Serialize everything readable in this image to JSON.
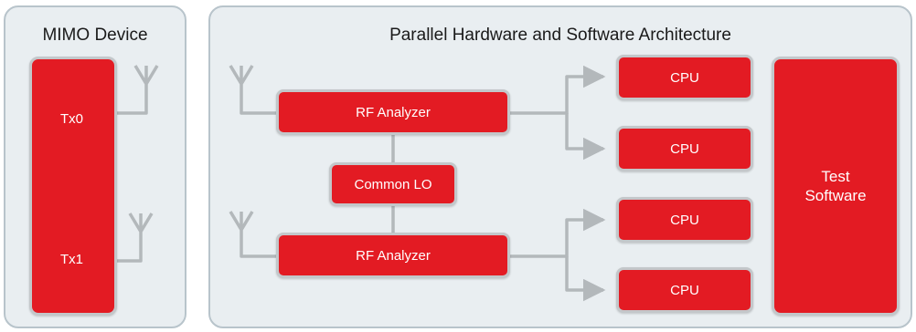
{
  "colors": {
    "block": "#e31b23",
    "panel": "#e9eef1",
    "panel_border": "#b8c4cb",
    "wire": "#b3b8bb"
  },
  "device_panel": {
    "title": "MIMO Device",
    "tx0": "Tx0",
    "tx1": "Tx1"
  },
  "arch_panel": {
    "title": "Parallel Hardware and Software Architecture",
    "rf_analyzer_1": "RF Analyzer",
    "rf_analyzer_2": "RF Analyzer",
    "common_lo": "Common LO",
    "cpu_1": "CPU",
    "cpu_2": "CPU",
    "cpu_3": "CPU",
    "cpu_4": "CPU",
    "test_software": "Test\nSoftware"
  },
  "icons": [
    "antenna-icon",
    "arrow-right-icon"
  ]
}
